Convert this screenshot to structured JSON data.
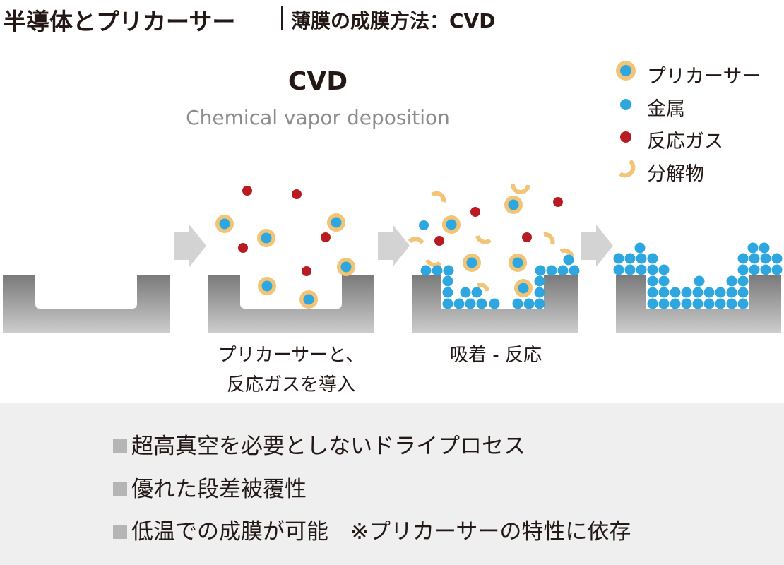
{
  "header": {
    "title": "半導体とプリカーサー",
    "subtitle": "薄膜の成膜方法：CVD"
  },
  "diagram": {
    "title": "CVD",
    "subtitle": "Chemical vapor deposition"
  },
  "legend": [
    {
      "label": "プリカーサー",
      "icon": "precursor-icon"
    },
    {
      "label": "金属",
      "icon": "metal-icon"
    },
    {
      "label": "反応ガス",
      "icon": "reaction-gas-icon"
    },
    {
      "label": "分解物",
      "icon": "decomposition-icon"
    }
  ],
  "steps": [
    {
      "caption_line1": "プリカーサーと、",
      "caption_line2": "反応ガスを導入"
    },
    {
      "caption_line1": "吸着 - 反応",
      "caption_line2": ""
    }
  ],
  "features": [
    {
      "text": "超高真空を必要としないドライプロセス"
    },
    {
      "text": "優れた段差被覆性"
    },
    {
      "text": "低温での成膜が可能　※プリカーサーの特性に依存"
    }
  ],
  "colors": {
    "precursor_ring": "#f1c477",
    "metal": "#2ea7e0",
    "reaction_gas": "#b81c22",
    "substrate_dark": "#7a7a7a",
    "substrate_light": "#c8c8c8",
    "arrow": "#d3d3d3",
    "panel_bg": "#efefef"
  }
}
